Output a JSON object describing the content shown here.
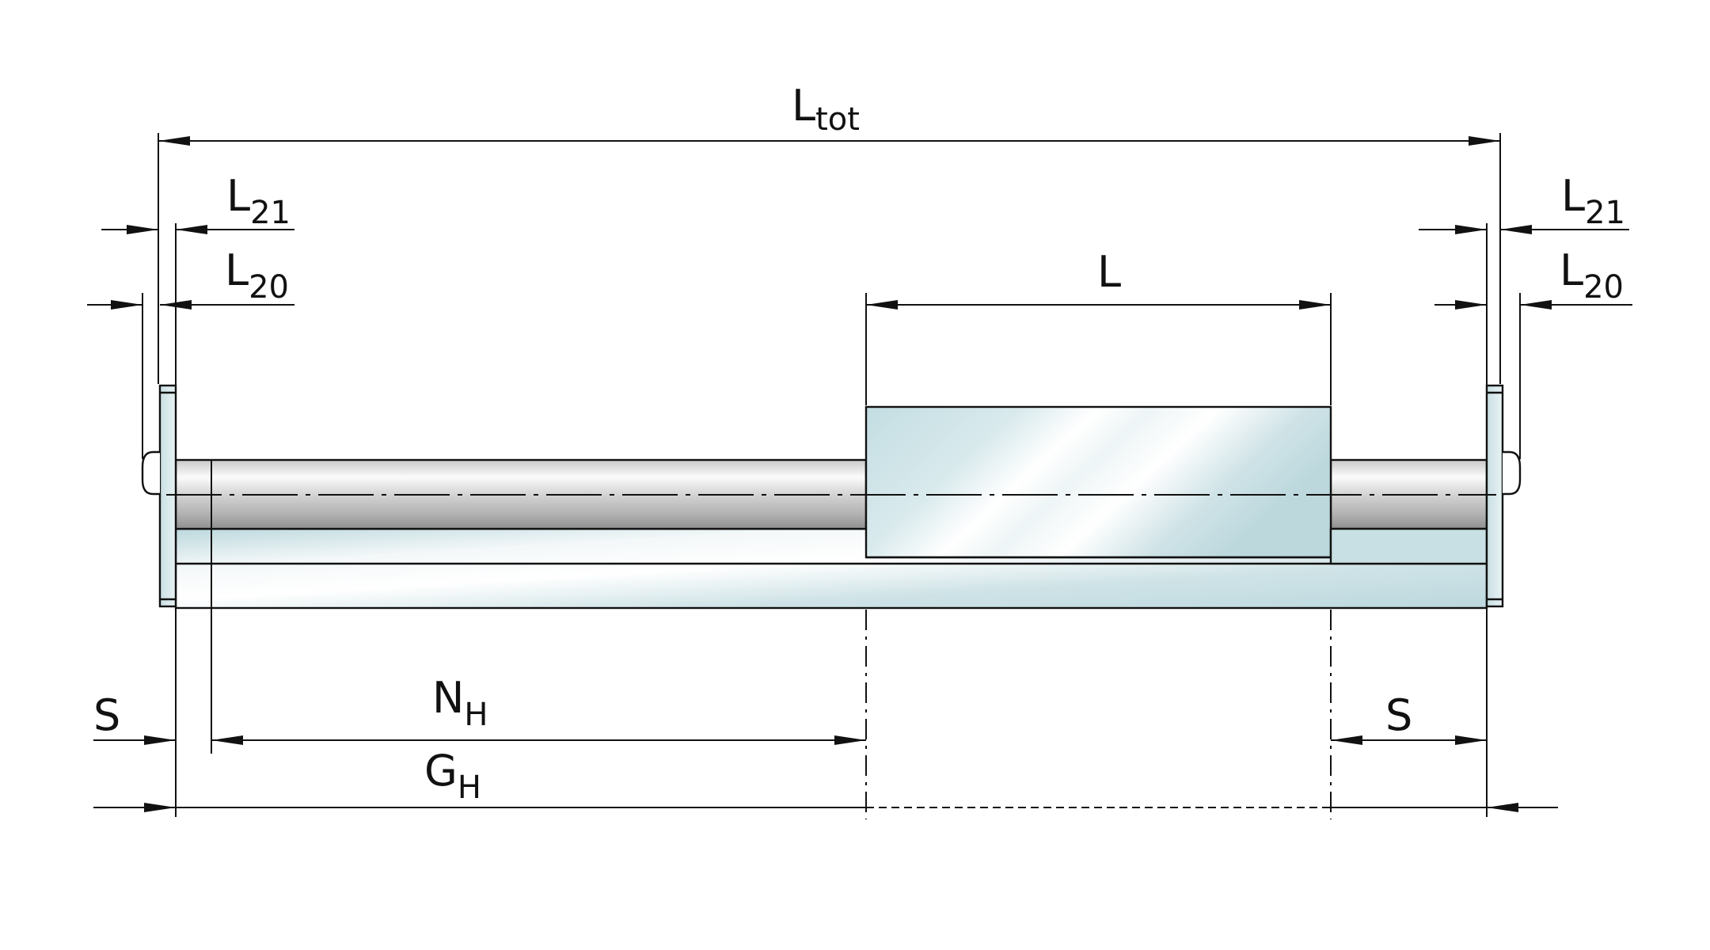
{
  "labels": {
    "total_length": {
      "main": "L",
      "sub": "tot"
    },
    "l21_left": {
      "main": "L",
      "sub": "21"
    },
    "l20_left": {
      "main": "L",
      "sub": "20"
    },
    "l21_right": {
      "main": "L",
      "sub": "21"
    },
    "l20_right": {
      "main": "L",
      "sub": "20"
    },
    "carriage_length": {
      "main": "L"
    },
    "nh": {
      "main": "N",
      "sub": "H"
    },
    "gh": {
      "main": "G",
      "sub": "H"
    },
    "s_left": {
      "main": "S"
    },
    "s_right": {
      "main": "S"
    }
  },
  "colors": {
    "line": "#111111",
    "body_light": "#f4f7f8",
    "body_blue": "#c5dde2",
    "shaft_light": "#fafafa",
    "shaft_dark": "#9c9c9c"
  }
}
